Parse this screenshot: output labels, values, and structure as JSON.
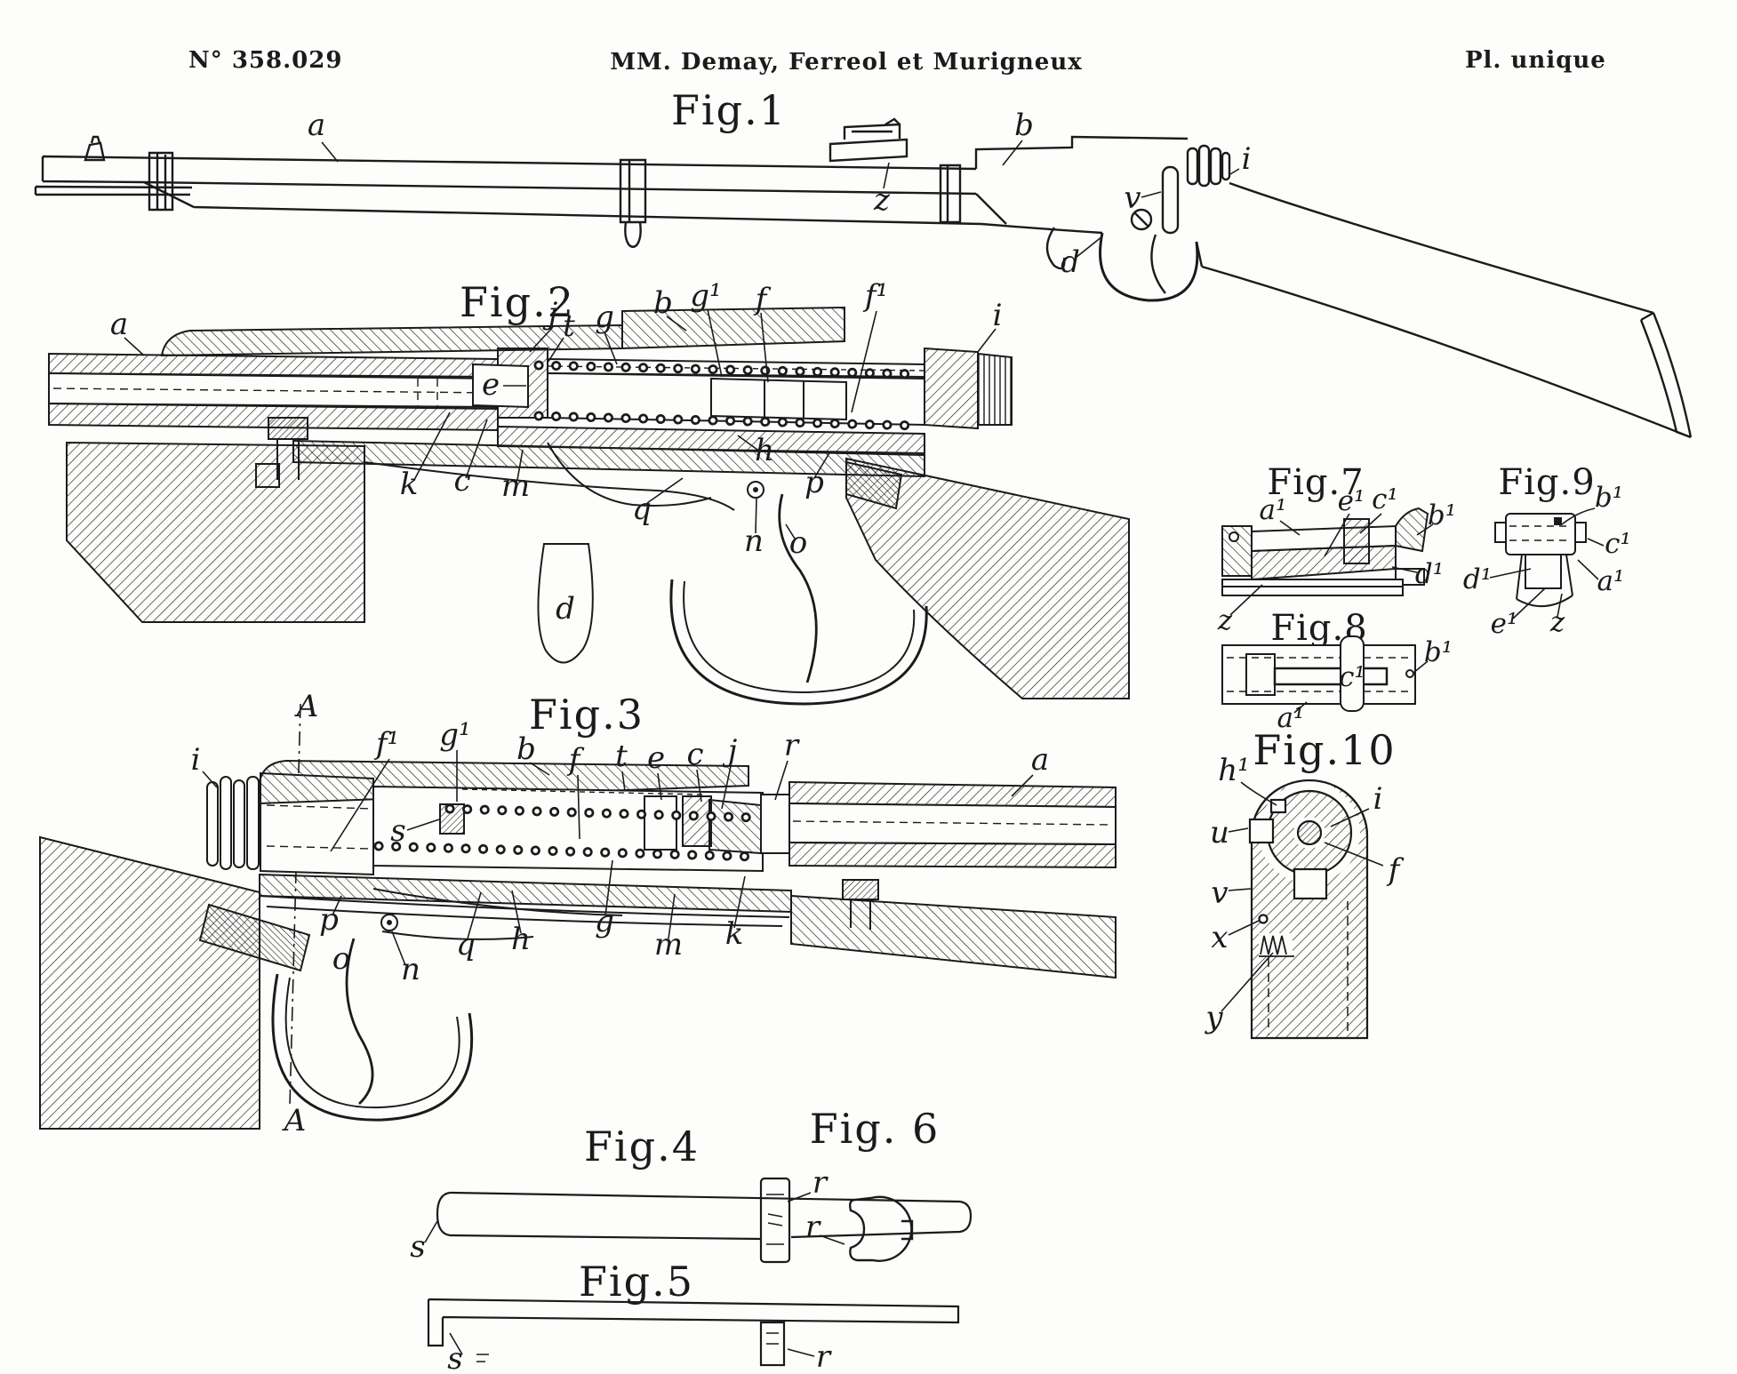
{
  "page": {
    "patent_number": "N° 358.029",
    "authors": "MM. Demay, Ferreol et Murigneux",
    "plate": "Pl. unique",
    "ink_color": "#1b1b1b",
    "paper_color": "#fdfdfb"
  },
  "figures": {
    "fig1": {
      "title": "Fig.1",
      "labels": {
        "a": "a",
        "z": "z",
        "b": "b",
        "i": "i",
        "v": "v",
        "d": "d"
      }
    },
    "fig2": {
      "title": "Fig.2",
      "labels": {
        "a": "a",
        "j": "j",
        "t": "t",
        "g": "g",
        "b": "b",
        "g1": "g¹",
        "f": "f",
        "f1": "f¹",
        "i": "i",
        "e": "e",
        "k": "k",
        "c": "c",
        "m": "m",
        "q": "q",
        "n": "n",
        "o": "o",
        "p": "p",
        "h": "h",
        "d": "d"
      }
    },
    "fig3": {
      "title": "Fig.3",
      "labels": {
        "A_top": "A",
        "i": "i",
        "f1": "f¹",
        "g1": "g¹",
        "b": "b",
        "f": "f",
        "t": "t",
        "e": "e",
        "c": "c",
        "j": "j",
        "r": "r",
        "a": "a",
        "s": "s",
        "p": "p",
        "o": "o",
        "n": "n",
        "q": "q",
        "h": "h",
        "g": "g",
        "m": "m",
        "k": "k",
        "A_bottom": "A"
      }
    },
    "fig4": {
      "title": "Fig.4",
      "labels": {
        "r": "r",
        "s": "s"
      }
    },
    "fig5": {
      "title": "Fig.5",
      "labels": {
        "s": "s",
        "r": "r"
      }
    },
    "fig6": {
      "title": "Fig. 6",
      "labels": {
        "r": "r"
      }
    },
    "fig7": {
      "title": "Fig.7",
      "labels": {
        "a1": "a¹",
        "e1": "e¹",
        "c1": "c¹",
        "b1": "b¹",
        "d1": "d¹",
        "z": "z"
      }
    },
    "fig8": {
      "title": "Fig.8",
      "labels": {
        "c1": "c¹",
        "b1": "b¹",
        "a1": "a¹"
      }
    },
    "fig9": {
      "title": "Fig.9",
      "labels": {
        "b1": "b¹",
        "c1": "c¹",
        "a1": "a¹",
        "d1": "d¹",
        "e1": "e¹",
        "z": "z"
      }
    },
    "fig10": {
      "title": "Fig.10",
      "labels": {
        "h1": "h¹",
        "u": "u",
        "v": "v",
        "x": "x",
        "y": "y",
        "i": "i",
        "f": "f"
      }
    }
  }
}
